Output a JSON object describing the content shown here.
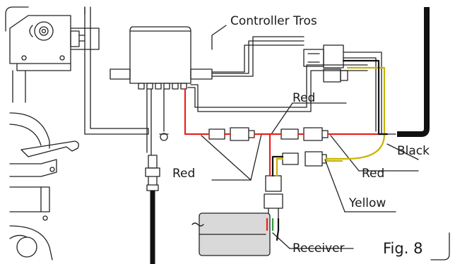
{
  "labels": {
    "controller": "Controller Tros",
    "red_top": "Red",
    "red_left": "Red",
    "red_right": "Red",
    "black": "Black",
    "yellow": "Yellow",
    "receiver": "Receiver",
    "figure": "Fig. 8"
  },
  "colors": {
    "red_wire": "#e8231d",
    "yellow_wire": "#c9b400",
    "green_wire": "#2e9a3a",
    "black_wire": "#111111",
    "receiver_fill": "#d9d9d9",
    "line": "#222222"
  }
}
